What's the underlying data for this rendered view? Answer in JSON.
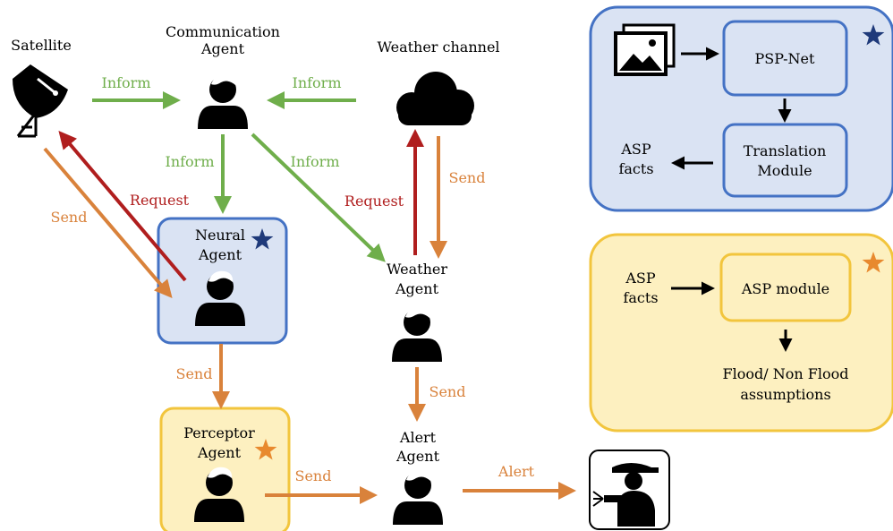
{
  "colors": {
    "inform": "#6fae4b",
    "request": "#b01e1e",
    "send": "#d9823b",
    "neural_fill": "#dae3f3",
    "neural_stroke": "#4472c4",
    "perceptor_fill": "#fdf0c0",
    "perceptor_stroke": "#f2c53d",
    "star_blue": "#1f3a7a",
    "star_orange": "#e8892e"
  },
  "nodes": {
    "satellite": {
      "label": "Satellite",
      "icon": "satellite-dish-icon"
    },
    "communication_agent": {
      "label_line1": "Communication",
      "label_line2": "Agent",
      "icon": "person-icon"
    },
    "weather_channel": {
      "label": "Weather channel",
      "icon": "cloud-icon"
    },
    "neural_agent": {
      "label_line1": "Neural",
      "label_line2": "Agent",
      "icon": "person-icon",
      "badge": "star-icon"
    },
    "weather_agent": {
      "label_line1": "Weather",
      "label_line2": "Agent",
      "icon": "person-icon"
    },
    "perceptor_agent": {
      "label_line1": "Perceptor",
      "label_line2": "Agent",
      "icon": "person-icon",
      "badge": "star-icon"
    },
    "alert_agent": {
      "label_line1": "Alert",
      "label_line2": "Agent",
      "icon": "person-icon"
    },
    "firefighter": {
      "icon": "firefighter-icon"
    }
  },
  "edges": {
    "sat_to_comm": "Inform",
    "weather_to_comm": "Inform",
    "comm_to_neural": "Inform",
    "comm_to_weather": "Inform",
    "neural_to_sat": "Request",
    "sat_to_neural": "Send",
    "weatheragent_to_channel": "Request",
    "channel_to_weatheragent": "Send",
    "neural_to_perceptor": "Send",
    "weatheragent_to_alert": "Send",
    "perceptor_to_alert": "Send",
    "alert_to_firefighter": "Alert"
  },
  "neural_panel": {
    "icon": "images-icon",
    "pspnet": "PSP-Net",
    "translation_line1": "Translation",
    "translation_line2": "Module",
    "facts_line1": "ASP",
    "facts_line2": "facts"
  },
  "perceptor_panel": {
    "facts_line1": "ASP",
    "facts_line2": "facts",
    "module": "ASP module",
    "output_line1": "Flood/ Non Flood",
    "output_line2": "assumptions"
  }
}
